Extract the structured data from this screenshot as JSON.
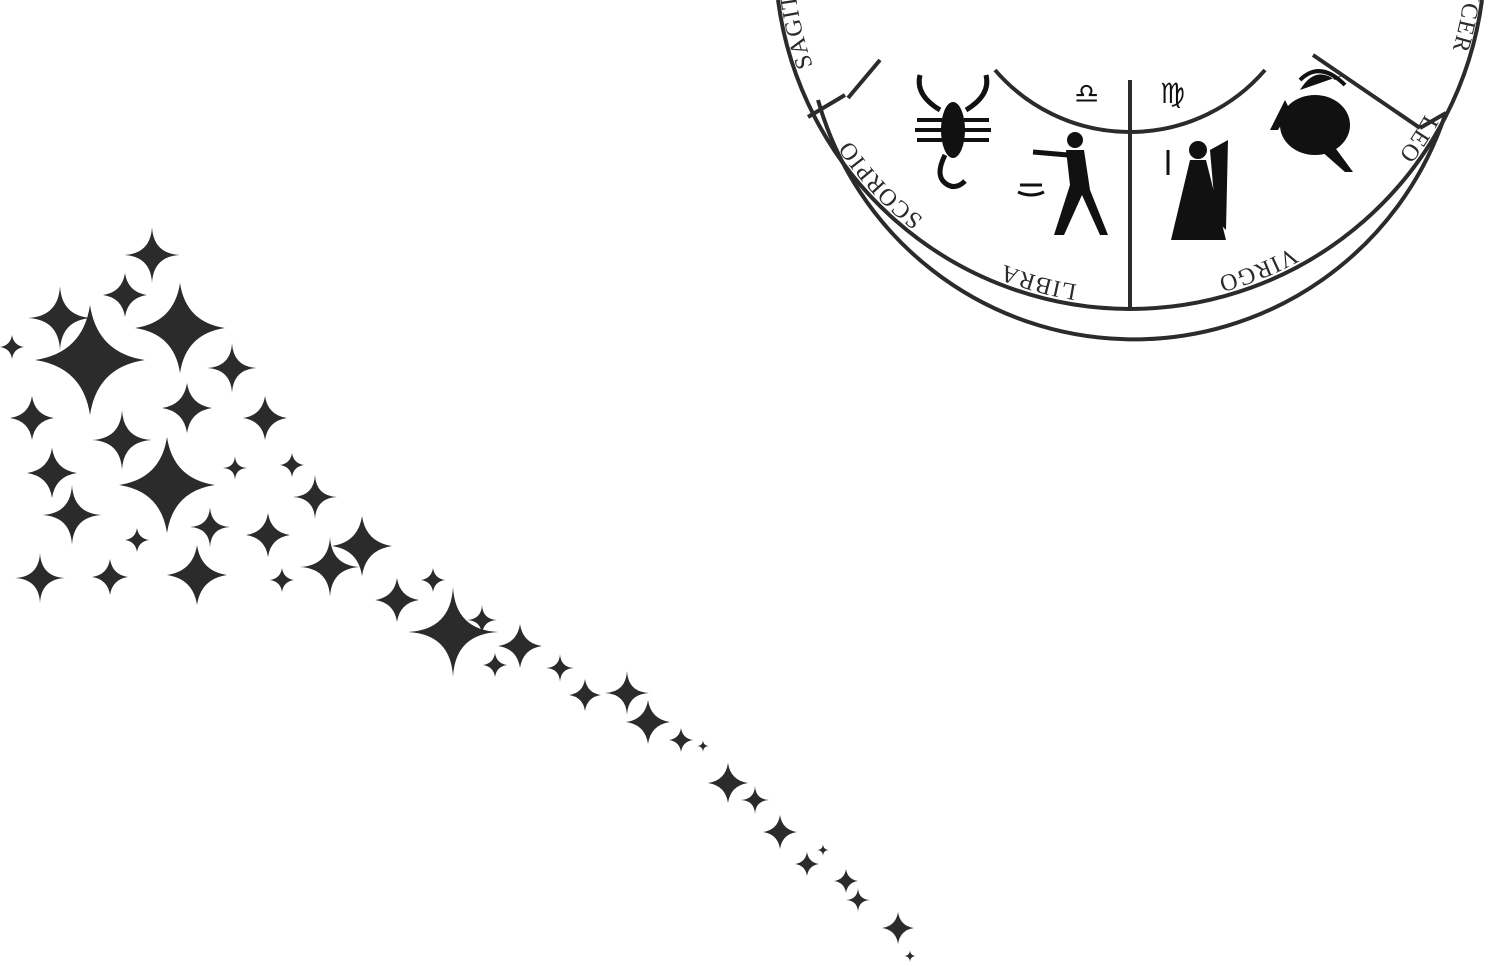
{
  "colors": {
    "ink": "#2b2b2b",
    "background": "#ffffff"
  },
  "zodiac_wheel": {
    "band_labels": {
      "sagittarius": "SAGITT",
      "scorpio": "SCORPIO",
      "libra": "LIBRA",
      "virgo": "VIRGO",
      "leo": "LEO",
      "cancer": "NCER"
    },
    "symbols": {
      "libra": "♎",
      "virgo": "♍"
    },
    "figures": [
      "scorpion-icon",
      "libra-man-with-scales-icon",
      "virgo-angel-icon",
      "lion-icon"
    ]
  },
  "decoration": {
    "star_trail": "four-point-star-icon"
  }
}
